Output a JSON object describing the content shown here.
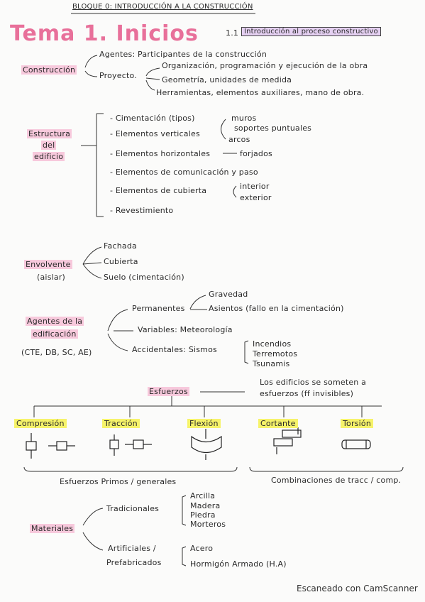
{
  "header": {
    "block": "BLOQUE 0: INTRODUCCIÓN A LA CONSTRUCCIÓN",
    "title": "Tema 1. Inicios",
    "section_num": "1.1",
    "section_title": "Introducción al proceso constructivo"
  },
  "construccion": {
    "label": "Construcción",
    "agentes": "Agentes: Participantes de la construcción",
    "proyecto": "Proyecto.",
    "p1": "Organización, programación y ejecución de la obra",
    "p2": "Geometría, unidades de medida",
    "p3": "Herramientas, elementos auxiliares, mano de obra."
  },
  "estructura": {
    "label1": "Estructura",
    "label2": "del",
    "label3": "edificio",
    "i1": "- Cimentación (tipos)",
    "i2": "- Elementos verticales",
    "v1": "muros",
    "v2": "soportes puntuales",
    "v3": "arcos",
    "i3": "- Elementos horizontales",
    "i3b": "forjados",
    "i4": "- Elementos de comunicación y paso",
    "i5": "- Elementos de cubierta",
    "c1": "interior",
    "c2": "exterior",
    "i6": "- Revestimiento"
  },
  "envolvente": {
    "label": "Envolvente",
    "sub": "(aislar)",
    "e1": "Fachada",
    "e2": "Cubierta",
    "e3": "Suelo (cimentación)"
  },
  "agentes_edif": {
    "label1": "Agentes de la",
    "label2": "edificación",
    "sub": "(CTE, DB, SC, AE)",
    "perm": "Permanentes",
    "perm1": "Gravedad",
    "perm2": "Asientos (fallo en la cimentación)",
    "var": "Variables: Meteorología",
    "acc": "Accidentales: Sismos",
    "acc1": "Incendios",
    "acc2": "Terremotos",
    "acc3": "Tsunamis"
  },
  "esfuerzos": {
    "label": "Esfuerzos",
    "note1": "Los edificios se someten a",
    "note2": "esfuerzos (ff invisibles)",
    "types": [
      "Compresión",
      "Tracción",
      "Flexión",
      "Cortante",
      "Torsión"
    ],
    "simples": "Esfuerzos Primos / generales",
    "combinados": "Combinaciones de tracc / comp."
  },
  "materiales": {
    "label": "Materiales",
    "trad": "Tradicionales",
    "t1": "Arcilla",
    "t2": "Madera",
    "t3": "Piedra",
    "t4": "Morteros",
    "art1": "Artificiales /",
    "art2": "Prefabricados",
    "a1": "Acero",
    "a2": "Hormigón Armado (H.A)"
  },
  "footer": "Escaneado con CamScanner",
  "colors": {
    "pink": "#f7c9dc",
    "yellow": "#f6f36a",
    "title": "#e8709a",
    "violet": "#e5d0f2"
  }
}
